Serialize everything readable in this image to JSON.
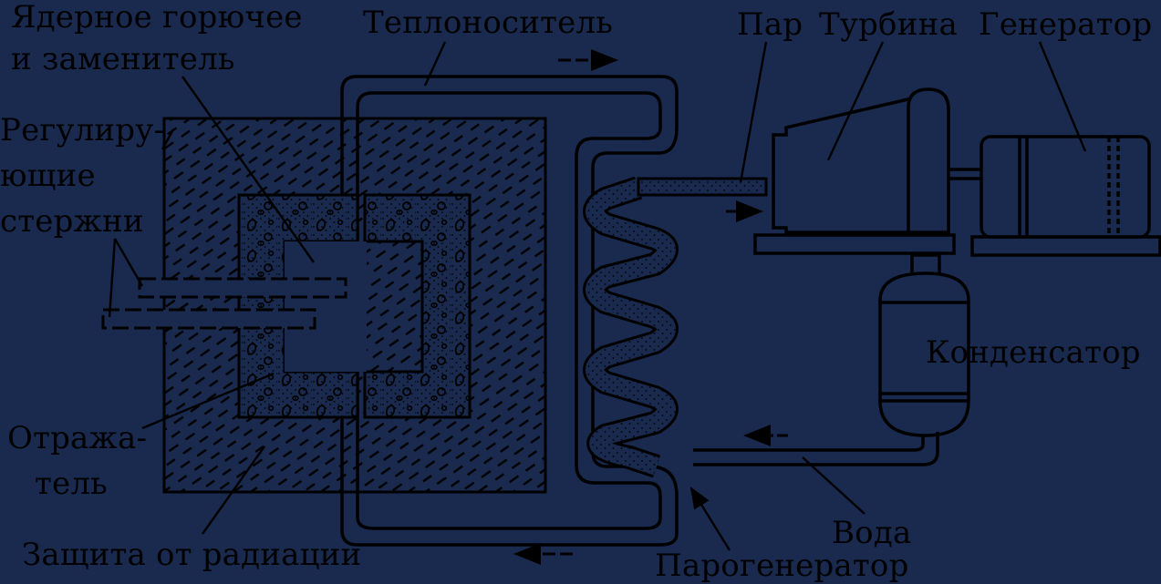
{
  "colors": {
    "background": "#192a4e",
    "ink": "#000000"
  },
  "labels": {
    "fuel": {
      "line1": "Ядерное горючее",
      "line2": "и заменитель"
    },
    "coolant": "Теплоноситель",
    "steam": "Пар",
    "turbine": "Турбина",
    "generator": "Генератор",
    "rods": {
      "line1": "Регулиру-",
      "line2": "ющие",
      "line3": "стержни"
    },
    "condenser": "Конденсатор",
    "reflector": {
      "line1": "Отража-",
      "line2": "тель"
    },
    "water": "Вода",
    "shielding": "Защита от радиации",
    "steam_generator": "Парогенератор"
  }
}
